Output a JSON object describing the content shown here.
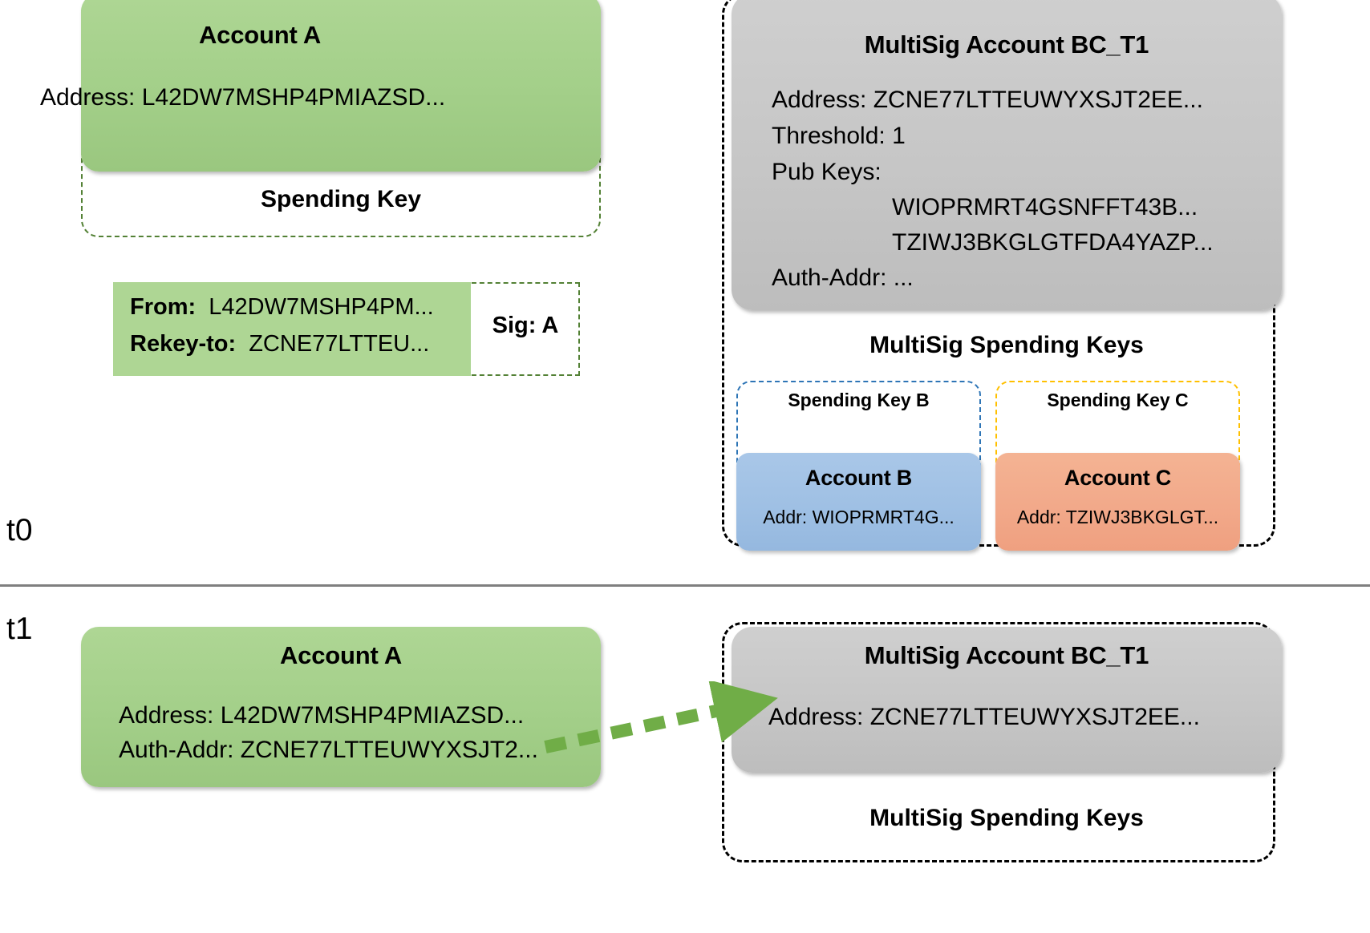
{
  "timeline": {
    "t0_label": "t0",
    "t1_label": "t1"
  },
  "colors": {
    "account_a_green": "#a3cf89",
    "multisig_gray": "#c6c6c6",
    "account_b_blue": "#9fc0e4",
    "account_c_orange": "#f2a98a",
    "spending_key_a_border": "#538135",
    "spending_key_b_border": "#2e75b6",
    "spending_key_c_border": "#ffc000",
    "multisig_border": "#000000",
    "arrow_green": "#70ad47",
    "divider_gray": "#7f7f7f"
  },
  "t0": {
    "account_a": {
      "title": "Account A",
      "address_label": "Address:",
      "address_value": "L42DW7MSHP4PMIAZSD...",
      "address_line": "Address: L42DW7MSHP4PMIAZSD...",
      "spending_key_label": "Spending Key"
    },
    "transaction": {
      "from_label": "From:",
      "from_value": "L42DW7MSHP4PM...",
      "rekey_label": "Rekey-to:",
      "rekey_value": "ZCNE77LTTEU...",
      "sig_label": "Sig: A"
    },
    "multisig": {
      "title": "MultiSig Account BC_T1",
      "address_line": "Address: ZCNE77LTTEUWYXSJT2EE...",
      "threshold_line": "Threshold: 1",
      "pub_keys_label": "Pub Keys:",
      "pub_keys": [
        "WIOPRMRT4GSNFFT43B...",
        "TZIWJ3BKGLGTFDA4YAZP..."
      ],
      "auth_addr_line": "Auth-Addr: ...",
      "spending_keys_label": "MultiSig Spending Keys",
      "spending_key_b_label": "Spending Key B",
      "spending_key_c_label": "Spending Key C",
      "account_b": {
        "title": "Account B",
        "addr_line": "Addr: WIOPRMRT4G..."
      },
      "account_c": {
        "title": "Account C",
        "addr_line": "Addr: TZIWJ3BKGLGT..."
      }
    }
  },
  "t1": {
    "account_a": {
      "title": "Account A",
      "address_line": "Address: L42DW7MSHP4PMIAZSD...",
      "auth_addr_line": "Auth-Addr: ZCNE77LTTEUWYXSJT2..."
    },
    "multisig": {
      "title": "MultiSig Account BC_T1",
      "address_line": "Address: ZCNE77LTTEUWYXSJT2EE...",
      "spending_keys_label": "MultiSig Spending Keys"
    },
    "arrow": {
      "name": "rekey-arrow",
      "from": "Account A Auth-Addr",
      "to": "MultiSig Account BC_T1 Address"
    }
  }
}
